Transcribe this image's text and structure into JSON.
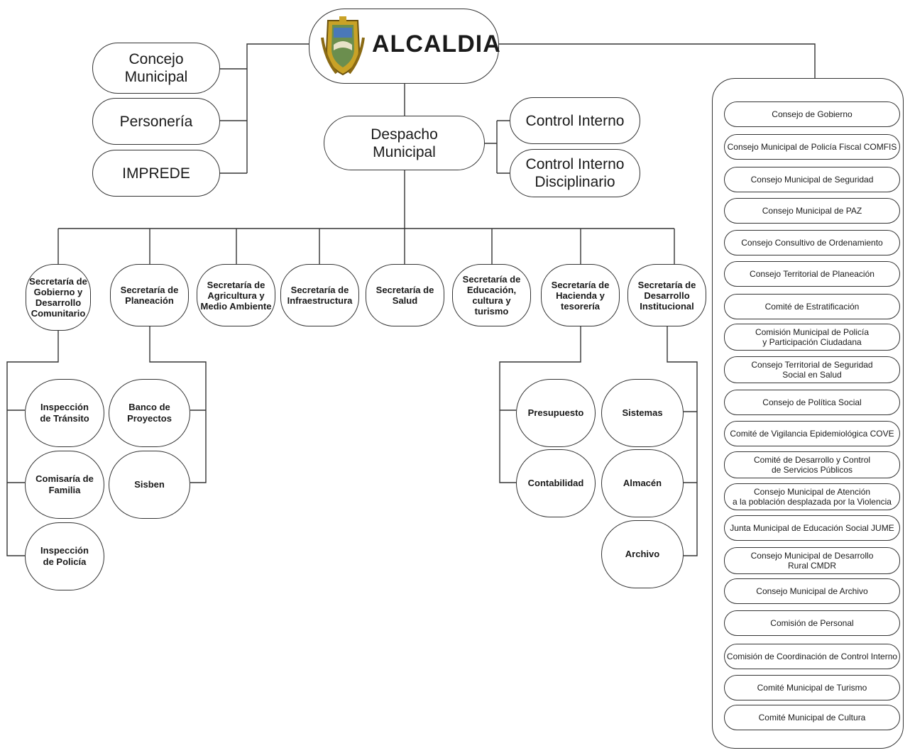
{
  "alcaldia": {
    "title": "ALCALDIA"
  },
  "staff_left": [
    {
      "label": "Concejo\nMunicipal"
    },
    {
      "label": "Personería"
    },
    {
      "label": "IMPREDE"
    }
  ],
  "despacho": {
    "label": "Despacho\nMunicipal"
  },
  "control": [
    {
      "label": "Control Interno"
    },
    {
      "label": "Control Interno\nDisciplinario"
    }
  ],
  "secretarias": [
    {
      "label": "Secretaría de\nGobierno y\nDesarrollo\nComunitario"
    },
    {
      "label": "Secretaría de\nPlaneación"
    },
    {
      "label": "Secretaría de\nAgricultura y\nMedio Ambiente"
    },
    {
      "label": "Secretaría de\nInfraestructura"
    },
    {
      "label": "Secretaría de\nSalud"
    },
    {
      "label": "Secretaría de\nEducación,\ncultura y\nturismo"
    },
    {
      "label": "Secretaría de\nHacienda y\ntesorería"
    },
    {
      "label": "Secretaría de\nDesarrollo\nInstitucional"
    }
  ],
  "gobierno_units": [
    {
      "label": "Inspección\nde Tránsito"
    },
    {
      "label": "Comisaría de\nFamilia"
    },
    {
      "label": "Inspección\nde Policía"
    }
  ],
  "planeacion_units": [
    {
      "label": "Banco de\nProyectos"
    },
    {
      "label": "Sisben"
    }
  ],
  "hacienda_units": [
    {
      "label": "Presupuesto"
    },
    {
      "label": "Contabilidad"
    }
  ],
  "institucional_units": [
    {
      "label": "Sistemas"
    },
    {
      "label": "Almacén"
    },
    {
      "label": "Archivo"
    }
  ],
  "councils": [
    {
      "label": "Consejo de Gobierno"
    },
    {
      "label": "Consejo Municipal de Policía Fiscal COMFIS"
    },
    {
      "label": "Consejo Municipal de Seguridad"
    },
    {
      "label": "Consejo Municipal de PAZ"
    },
    {
      "label": "Consejo Consultivo de Ordenamiento"
    },
    {
      "label": "Consejo Territorial de Planeación"
    },
    {
      "label": "Comité de Estratificación"
    },
    {
      "label": "Comisión Municipal de Policía\ny Participación Ciudadana"
    },
    {
      "label": "Consejo Territorial de Seguridad\nSocial en Salud"
    },
    {
      "label": "Consejo de Política Social"
    },
    {
      "label": "Comité de Vigilancia Epidemiológica COVE"
    },
    {
      "label": "Comité de Desarrollo y Control\nde Servicios Públicos"
    },
    {
      "label": "Consejo Municipal de Atención\na la población desplazada por la Violencia"
    },
    {
      "label": "Junta Municipal de Educación Social JUME"
    },
    {
      "label": "Consejo Municipal de Desarrollo\nRural CMDR"
    },
    {
      "label": "Consejo Municipal de Archivo"
    },
    {
      "label": "Comisión de Personal"
    },
    {
      "label": "Comisión de Coordinación de Control Interno"
    },
    {
      "label": "Comité Municipal de Turismo"
    },
    {
      "label": "Comité Municipal de Cultura"
    }
  ]
}
